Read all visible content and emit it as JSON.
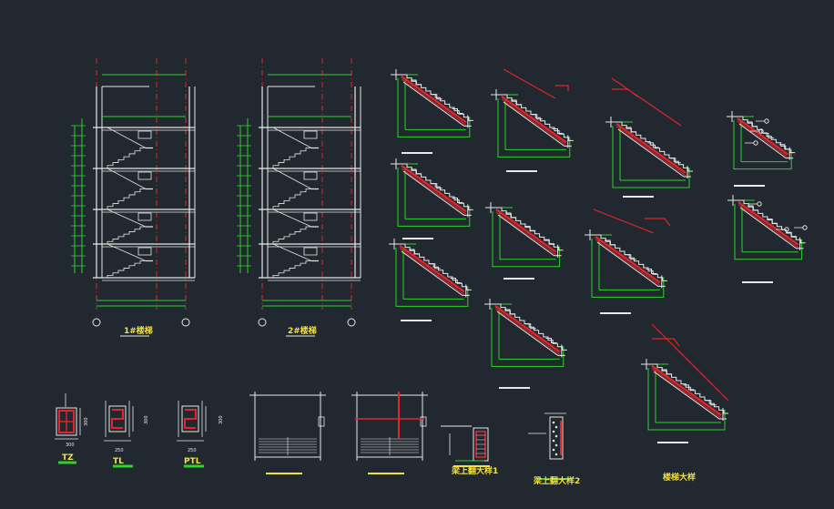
{
  "drawing": {
    "labels": {
      "section_1": "1#楼梯",
      "section_2": "2#楼梯",
      "tz": "TZ",
      "tl": "TL",
      "ptl": "PTL",
      "beam_detail_1": "梁上翻大样1",
      "beam_detail_2": "梁上翻大样2",
      "stair_detail": "楼梯大样"
    },
    "dimensions": {
      "tz_width": "300",
      "tz_height": "300",
      "tl_width": "250",
      "tl_height": "300",
      "ptl_width": "250",
      "ptl_height": "300"
    },
    "colors": {
      "background": "#212830",
      "line": "#e8e8e8",
      "dimension": "#2ad42a",
      "axis": "#e0252b",
      "highlight": "#f4e23a",
      "text": "#f4e23a"
    }
  }
}
